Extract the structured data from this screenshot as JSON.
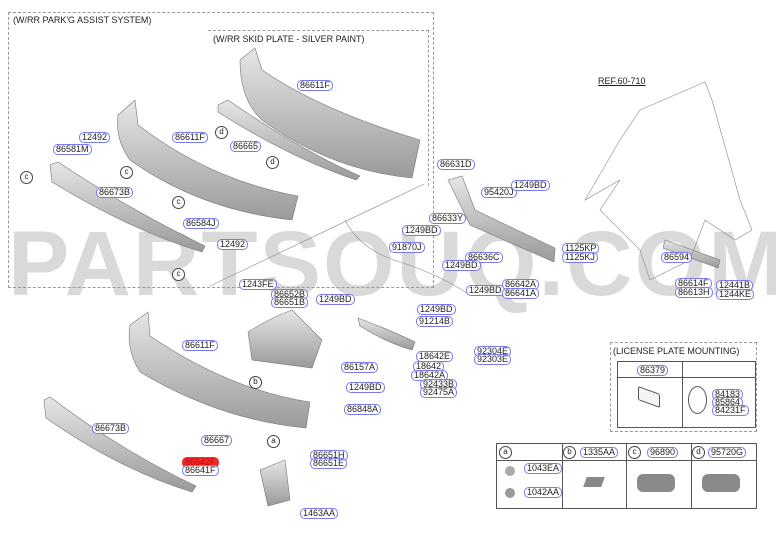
{
  "watermark": "PARTSOUQ.COM",
  "groups": {
    "park_assist": "(W/RR PARK'G ASSIST SYSTEM)",
    "skid_plate": "(W/RR SKID PLATE - SILVER PAINT)",
    "license_plate": "(LICENSE PLATE MOUNTING)",
    "ref": "REF.60-710"
  },
  "circles": {
    "a": "a",
    "b": "b",
    "c": "c",
    "d": "d"
  },
  "labels": [
    "86611F",
    "86665",
    "12492",
    "86581M",
    "86611F",
    "86673B",
    "86584J",
    "12492",
    "86631D",
    "95420J",
    "1249BD",
    "86633Y",
    "1249BD",
    "91870J",
    "86636C",
    "1249BD",
    "1125KP",
    "1125KJ",
    "1249BD",
    "86642A",
    "86641A",
    "86594",
    "86614F",
    "86613H",
    "12441B",
    "1244KE",
    "1243FE",
    "86652B",
    "86651B",
    "1249BD",
    "1249BD",
    "91214B",
    "92304E",
    "92303E",
    "18642E",
    "18642",
    "18642A",
    "92433B",
    "92475A",
    "86157A",
    "1249BD",
    "86848A",
    "86611F",
    "86673B",
    "86667",
    "86642F",
    "86641F",
    "86651H",
    "86651E",
    "1463AA",
    "86379",
    "84183",
    "85864",
    "84231F",
    "1335AA",
    "96890",
    "95720G",
    "1043EA",
    "1042AA"
  ]
}
